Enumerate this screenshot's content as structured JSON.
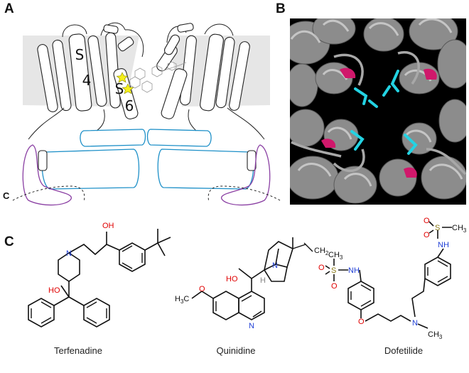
{
  "panels": {
    "a": "A",
    "b": "B",
    "c": "C"
  },
  "panel_a": {
    "s4_label": [
      "S",
      "4"
    ],
    "s6_label": [
      "S",
      "6"
    ],
    "c_terminus": "C"
  },
  "molecules": [
    {
      "name": "Terfenadine",
      "atoms": {
        "oh_top": "OH",
        "oh_mid": "HO",
        "n": "N"
      }
    },
    {
      "name": "Quinidine",
      "atoms": {
        "ho": "HO",
        "n_bridge": "N",
        "h": "H",
        "ch2": "CH",
        "ch2_sub": "2",
        "h3c": "H",
        "h3c_sub": "3",
        "h3c_c": "C",
        "o": "O",
        "n_ring": "N"
      }
    },
    {
      "name": "Dofetilide",
      "atoms": {
        "ch3_left": "CH",
        "ch3_left_sub": "3",
        "s_left": "S",
        "o_left1": "O",
        "o_left2": "O",
        "nh_left": "NH",
        "o_ether": "O",
        "n_amine": "N",
        "ch3_amine": "CH",
        "ch3_amine_sub": "3",
        "nh_right": "NH",
        "s_right": "S",
        "o_right1": "O",
        "o_right2": "O",
        "ch3_right": "CH",
        "ch3_right_sub": "3"
      }
    }
  ],
  "colors": {
    "s4_green": "#2e9e4f",
    "cyan_domain": "#1e90c8",
    "purple_domain": "#8a3fa3",
    "membrane_gray": "#e6e6e6",
    "highlight_cyan": "#23d3e3",
    "highlight_magenta": "#d0186b",
    "star_yellow": "#f5ef1a"
  }
}
